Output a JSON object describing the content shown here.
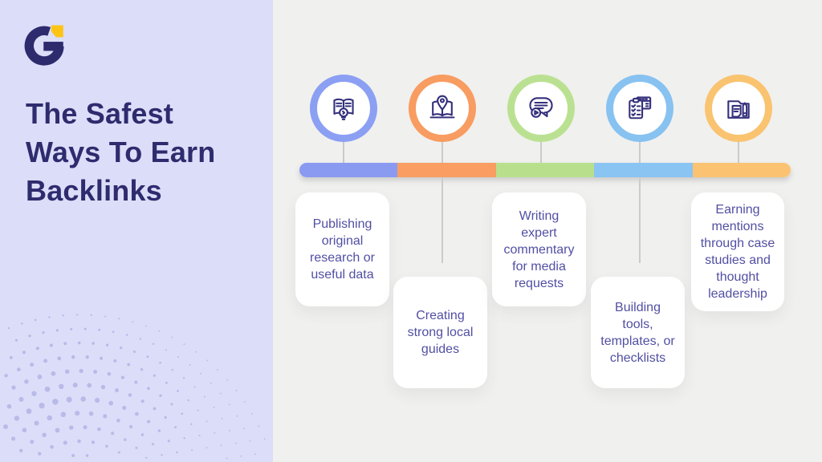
{
  "palette": {
    "sidebar_bg": "#dcddf8",
    "canvas_bg": "#f0f0ee",
    "title_color": "#2e2b6e",
    "card_text_color": "#514fa3",
    "icon_stroke": "#34307c",
    "connector_color": "#cbcbcb",
    "dots_color": "#b8bae8",
    "logo_navy": "#2e2a6e",
    "logo_yellow": "#fdc415"
  },
  "sidebar": {
    "brand": "G",
    "title": "The Safest Ways To Earn Backlinks",
    "title_lines": [
      "The Safest",
      "Ways To Earn",
      "Backlinks"
    ]
  },
  "timeline": {
    "items": [
      {
        "icon": "book-lightbulb-icon",
        "ring_color": "#8b9ff3",
        "bar_color": "#8b9af1",
        "label": "Publishing original research or useful data",
        "row": "upper"
      },
      {
        "icon": "book-location-pin-icon",
        "ring_color": "#f89c61",
        "bar_color": "#f99d62",
        "label": "Creating strong local guides",
        "row": "lower"
      },
      {
        "icon": "speech-bubble-play-icon",
        "ring_color": "#bae191",
        "bar_color": "#b8e08c",
        "label": "Writing expert commentary for media requests",
        "row": "upper"
      },
      {
        "icon": "clipboard-checklist-icon",
        "ring_color": "#87c2f1",
        "bar_color": "#89c4f3",
        "label": "Building tools, templates, or checklists",
        "row": "lower"
      },
      {
        "icon": "folder-document-pen-icon",
        "ring_color": "#f9c370",
        "bar_color": "#fbc371",
        "label": "Earning mentions through case studies and thought leadership",
        "row": "upper"
      }
    ]
  }
}
